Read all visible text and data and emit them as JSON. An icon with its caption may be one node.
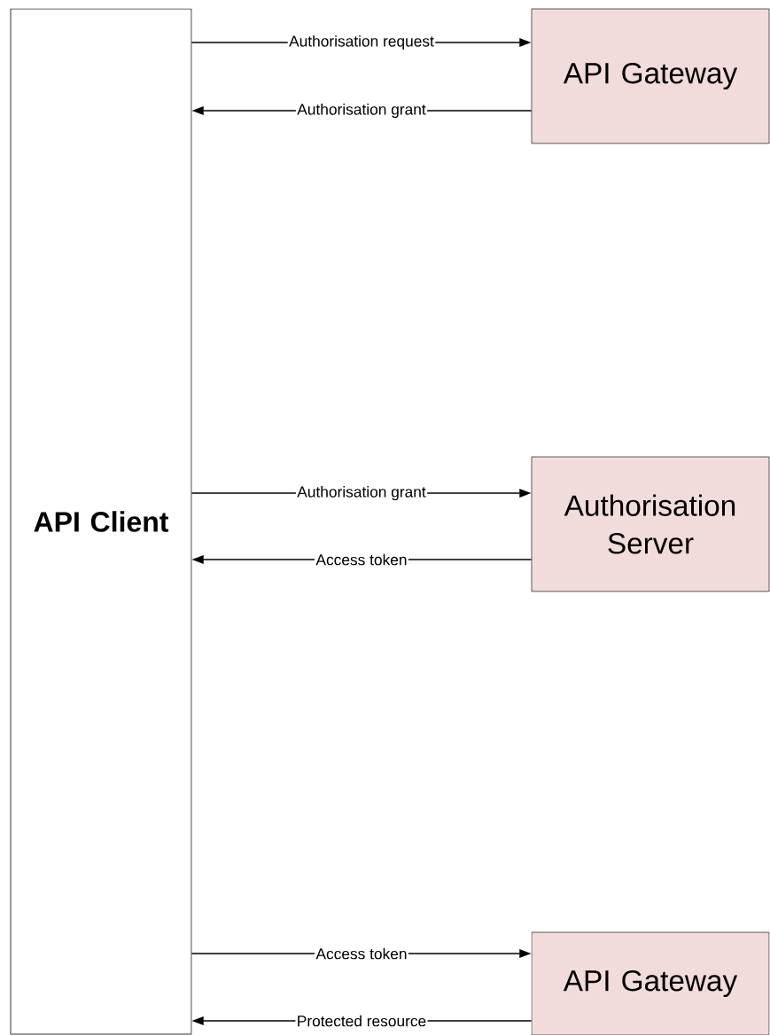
{
  "diagram": {
    "nodes": [
      {
        "text": [
          "API Client"
        ]
      },
      {
        "text": [
          "API Gateway"
        ]
      },
      {
        "text": [
          "Authorisation Server"
        ]
      },
      {
        "text": [
          "API Gateway"
        ]
      }
    ],
    "edges": [
      {
        "from": 0,
        "to": 1,
        "arrow": "to",
        "label": "Authorisation request"
      },
      {
        "from": 1,
        "to": 0,
        "arrow": "to",
        "label": "Authorisation grant"
      },
      {
        "from": 0,
        "to": 2,
        "arrow": "to",
        "label": "Authorisation grant"
      },
      {
        "from": 2,
        "to": 0,
        "arrow": "to",
        "label": "Access token"
      },
      {
        "from": 0,
        "to": 3,
        "arrow": "to",
        "label": "Access token"
      },
      {
        "from": 3,
        "to": 0,
        "arrow": "to",
        "label": "Protected resource"
      }
    ]
  }
}
